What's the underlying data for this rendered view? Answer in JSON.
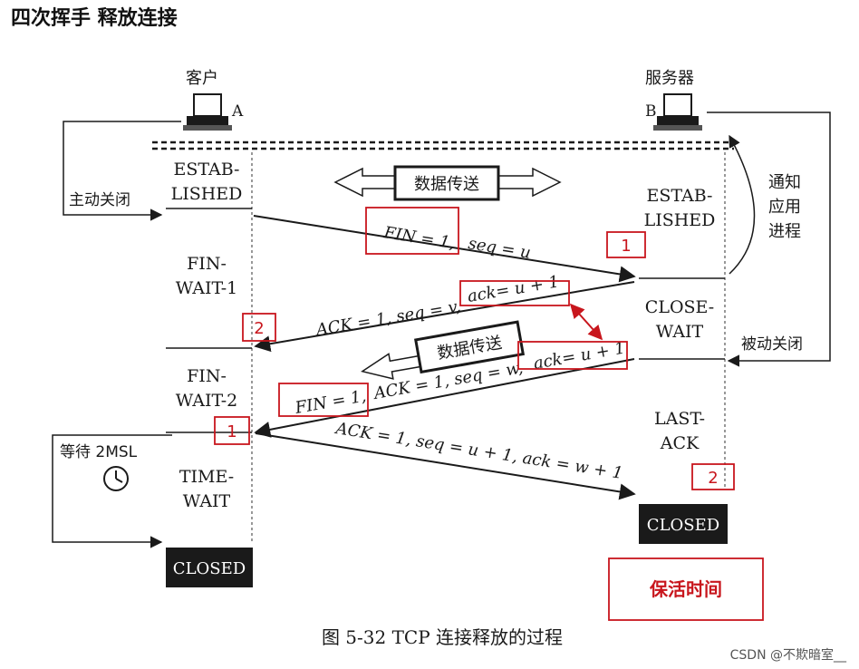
{
  "page_title": "四次挥手 释放连接",
  "client": {
    "label": "客户",
    "host": "A"
  },
  "server": {
    "label": "服务器",
    "host": "B"
  },
  "client_states": {
    "established_1": "ESTAB-",
    "established_2": "LISHED",
    "fin_wait1_1": "FIN-",
    "fin_wait1_2": "WAIT-1",
    "fin_wait2_1": "FIN-",
    "fin_wait2_2": "WAIT-2",
    "time_wait_1": "TIME-",
    "time_wait_2": "WAIT",
    "closed": "CLOSED"
  },
  "server_states": {
    "established_1": "ESTAB-",
    "established_2": "LISHED",
    "close_wait_1": "CLOSE-",
    "close_wait_2": "WAIT",
    "last_ack_1": "LAST-",
    "last_ack_2": "ACK",
    "closed": "CLOSED"
  },
  "side_labels": {
    "active_close": "主动关闭",
    "passive_close": "被动关闭",
    "notify_1": "通知",
    "notify_2": "应用",
    "notify_3": "进程",
    "wait_2msl": "等待 2MSL"
  },
  "data_transfer": {
    "top": "数据传送",
    "middle": "数据传送"
  },
  "messages": {
    "m1_fin": "FIN = 1,",
    "m1_rest": "seq = u",
    "m2_main": "ACK = 1, seq = v,",
    "m2_ack": "ack= u + 1",
    "m3_fin": "FIN = 1,",
    "m3_rest": "ACK = 1, seq = w,",
    "m3_ack": "ack= u + 1",
    "m4": "ACK = 1, seq = u + 1, ack = w + 1"
  },
  "markers": {
    "s1": "1",
    "c2": "2",
    "c1": "1",
    "s2": "2"
  },
  "keepalive": "保活时间",
  "caption": "图 5-32    TCP 连接释放的过程",
  "watermark": "CSDN @不欺暗室__",
  "colors": {
    "accent_red": "#c8161d",
    "ink": "#1a1a1a",
    "closed_bg": "#1a1a1a"
  }
}
